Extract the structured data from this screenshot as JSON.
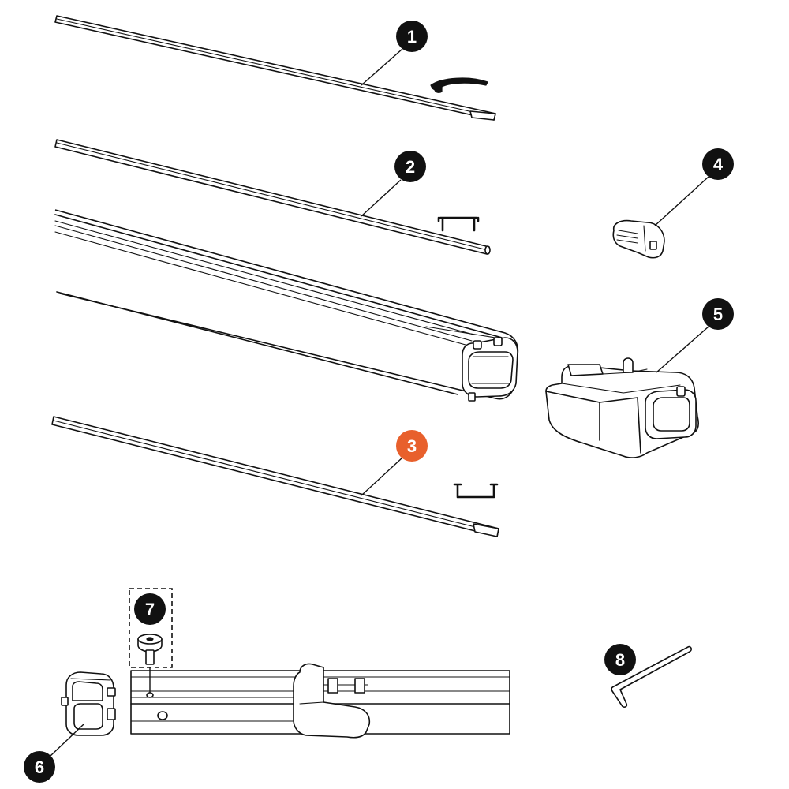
{
  "callouts": [
    {
      "id": "1",
      "label": "1",
      "color": "#111111"
    },
    {
      "id": "2",
      "label": "2",
      "color": "#111111"
    },
    {
      "id": "3",
      "label": "3",
      "color": "#e8602c"
    },
    {
      "id": "4",
      "label": "4",
      "color": "#111111"
    },
    {
      "id": "5",
      "label": "5",
      "color": "#111111"
    },
    {
      "id": "6",
      "label": "6",
      "color": "#111111"
    },
    {
      "id": "7",
      "label": "7",
      "color": "#111111"
    },
    {
      "id": "8",
      "label": "8",
      "color": "#111111"
    }
  ],
  "highlight_color": "#e8602c",
  "line_color": "#111111",
  "background": "#ffffff"
}
